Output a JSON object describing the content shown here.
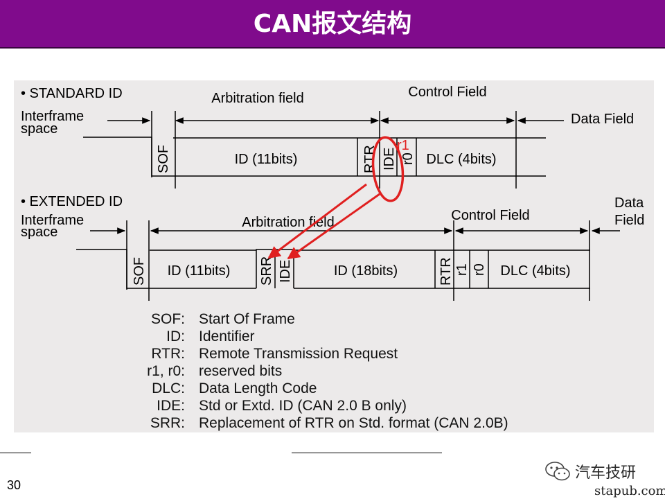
{
  "header": {
    "title": "CAN报文结构",
    "bar_color": "#800b8c"
  },
  "diagram": {
    "standard": {
      "heading": "• STANDARD ID",
      "interframe": [
        "Interframe",
        "space"
      ],
      "arbitration_label": "Arbitration field",
      "control_label": "Control Field",
      "data_label": "Data Field",
      "fields": {
        "sof": "SOF",
        "id": "ID (11bits)",
        "rtr": "RTR",
        "ide": "IDE",
        "r0": "r0",
        "dlc": "DLC (4bits)"
      },
      "highlight_label": "r1"
    },
    "extended": {
      "heading": "• EXTENDED ID",
      "interframe": [
        "Interframe",
        "space"
      ],
      "arbitration_label": "Arbitration field",
      "control_label": "Control Field",
      "data_label": [
        "Data",
        "Field"
      ],
      "fields": {
        "sof": "SOF",
        "id1": "ID (11bits)",
        "srr": "SRR",
        "ide": "IDE",
        "id2": "ID (18bits)",
        "rtr": "RTR",
        "r1": "r1",
        "r0": "r0",
        "dlc": "DLC (4bits)"
      }
    },
    "annotation_color": "#e02020",
    "legend": [
      {
        "abbr": "SOF:",
        "desc": "Start Of Frame"
      },
      {
        "abbr": "ID:",
        "desc": "Identifier"
      },
      {
        "abbr": "RTR:",
        "desc": "Remote Transmission Request"
      },
      {
        "abbr": "r1, r0:",
        "desc": "reserved bits"
      },
      {
        "abbr": "DLC:",
        "desc": "Data Length Code"
      },
      {
        "abbr": "IDE:",
        "desc": "Std or Extd. ID (CAN 2.0 B only)"
      },
      {
        "abbr": "SRR:",
        "desc": "Replacement of RTR on Std. format (CAN 2.0B)"
      }
    ]
  },
  "footer": {
    "page_number": "30",
    "watermark": "汽车技研",
    "site": "stapub.com"
  }
}
